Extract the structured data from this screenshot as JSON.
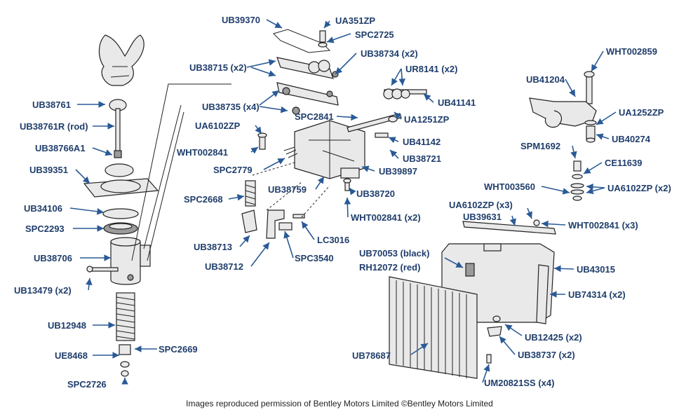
{
  "labels": {
    "ub38761": "UB38761",
    "ub38761r": "UB38761R (rod)",
    "ub38766a1": "UB38766A1",
    "ub39351": "UB39351",
    "ub34106": "UB34106",
    "spc2293": "SPC2293",
    "ub38706": "UB38706",
    "ub13479": "UB13479 (x2)",
    "ub12948": "UB12948",
    "ue8468": "UE8468",
    "spc2669": "SPC2669",
    "spc2726": "SPC2726",
    "ub39370": "UB39370",
    "ua351zp": "UA351ZP",
    "spc2725": "SPC2725",
    "ub38715": "UB38715 (x2)",
    "ub38734": "UB38734 (x2)",
    "ur8141": "UR8141 (x2)",
    "ub41141": "UB41141",
    "ub38735": "UB38735 (x4)",
    "spc2841": "SPC2841",
    "ua1251zp": "UA1251ZP",
    "ua6102zp": "UA6102ZP",
    "ub41142": "UB41142",
    "wht002841": "WHT002841",
    "ub38721": "UB38721",
    "spc2779": "SPC2779",
    "ub39897": "UB39897",
    "spc2668": "SPC2668",
    "ub38759": "UB38759",
    "ub38720": "UB38720",
    "wht002841_x2": "WHT002841 (x2)",
    "lc3016": "LC3016",
    "ub38713": "UB38713",
    "spc3540": "SPC3540",
    "ub38712": "UB38712",
    "wht002859": "WHT002859",
    "ub41204": "UB41204",
    "ua1252zp": "UA1252ZP",
    "ub40274": "UB40274",
    "spm1692": "SPM1692",
    "ce11639": "CE11639",
    "wht003560": "WHT003560",
    "ua6102zp_x2": "UA6102ZP (x2)",
    "ua6102zp_x3": "UA6102ZP (x3)",
    "ub39631": "UB39631",
    "wht002841_x3": "WHT002841 (x3)",
    "ub70053": "UB70053 (black)",
    "rh12072": "RH12072 (red)",
    "ub43015": "UB43015",
    "ub74314": "UB74314 (x2)",
    "ub12425": "UB12425 (x2)",
    "ub78687": "UB78687",
    "ub38737": "UB38737 (x2)",
    "um20821ss": "UM20821SS (x4)"
  },
  "credit": "Images reproduced permission of Bentley Motors Limited ©Bentley Motors Limited",
  "colors": {
    "label": "#1f3d6b",
    "arrow": "#2a5a96",
    "line": "#222222"
  }
}
